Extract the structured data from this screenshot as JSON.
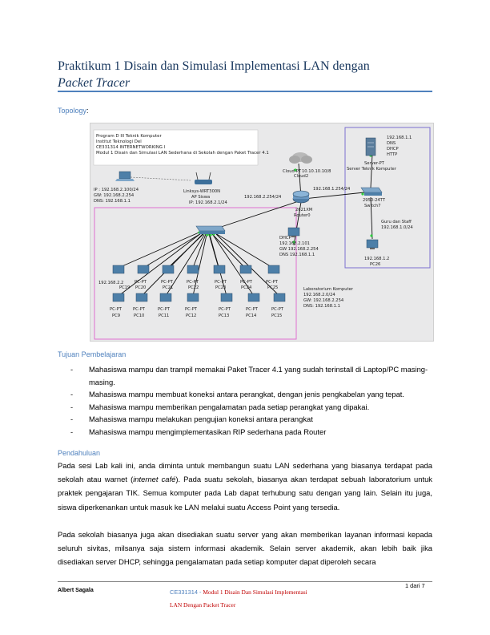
{
  "title": {
    "line1": "Praktikum 1 Disain dan Simulasi Implementasi LAN dengan",
    "line2": "Packet Tracer"
  },
  "topology": {
    "label": "Topology",
    "colon": ":"
  },
  "diagram": {
    "info_box": [
      "Program D III Teknik Komputer",
      "Institut Teknologi Del",
      "CE331314 INTERNETWORKING I",
      "Modul 1 Disain dan Simulasi LAN Sederhana di Sekolah dengan Paket Tracer 4.1"
    ],
    "laptop_ip": [
      "IP : 192.168.2.100/24",
      "GW: 192.168.2.254",
      "DNS: 192.168.1.1"
    ],
    "ap": {
      "model": "Linksys-WRT300N",
      "name": "AP Siswa",
      "ip": "IP: 192.168.2.1/24"
    },
    "cloud": {
      "ip": "10.10.10.10/8",
      "name": "Cloud-PT",
      "label": "Cloud2"
    },
    "router": {
      "ip_left": "192.168.2.254/24",
      "ip_right": "192.168.1.254/24",
      "model": "2621XM",
      "name": "Router0"
    },
    "server": {
      "notes": [
        "192.168.1.1",
        "DNS",
        "DHCP",
        "HTTP"
      ],
      "model": "Server-PT",
      "name": "Server Teknik Komputer"
    },
    "switch7": {
      "model": "2950-24TT",
      "name": "Switch7"
    },
    "guru": [
      "Guru dan Staff",
      "192.168.1.0/24"
    ],
    "pc26": {
      "ip": "192.168.1.2",
      "name": "PC26"
    },
    "dhcp_note": [
      "DHCP",
      "192.168.2.101",
      "GW 192.168.2.254",
      "DNS 192.168.1.1"
    ],
    "lab_note": [
      "Laboratorium Komputer",
      "192.168.2.0/24",
      "GW: 192.168.2.254",
      "DNS: 192.168.1.1"
    ],
    "top_pc_ip": "192.168.2.2",
    "top_pcs": [
      {
        "model": "PC-PT",
        "name": "PC19"
      },
      {
        "model": "PC-PT",
        "name": "PC20"
      },
      {
        "model": "PC-PT",
        "name": "PC21"
      },
      {
        "model": "PC-PT",
        "name": "PC22"
      },
      {
        "model": "PC-PT",
        "name": "PC23"
      },
      {
        "model": "PC-PT",
        "name": "PC24"
      },
      {
        "model": "PC-PT",
        "name": "PC25"
      }
    ],
    "bottom_pcs": [
      {
        "model": "PC-PT",
        "name": "PC9"
      },
      {
        "model": "PC-PT",
        "name": "PC10"
      },
      {
        "model": "PC-PT",
        "name": "PC11"
      },
      {
        "model": "PC-PT",
        "name": "PC12"
      },
      {
        "model": "PC-PT",
        "name": "PC13"
      },
      {
        "model": "PC-PT",
        "name": "PC14"
      },
      {
        "model": "PC-PT",
        "name": "PC15"
      }
    ]
  },
  "objectives": {
    "heading": "Tujuan Pembelajaran",
    "dash": "-",
    "items": [
      "Mahasiswa mampu dan trampil memakai Paket Tracer 4.1 yang sudah terinstall di Laptop/PC masing-masing.",
      "Mahasiswa mampu membuat koneksi antara perangkat, dengan jenis pengkabelan yang tepat.",
      "Mahasiswa mampu memberikan pengalamatan pada setiap perangkat yang dipakai.",
      "Mahasiswa mampu melakukan pengujian koneksi antara perangkat",
      "Mahasiswa mampu mengimplementasikan RIP sederhana pada Router"
    ]
  },
  "intro": {
    "heading": "Pendahuluan",
    "p1_a": "Pada sesi Lab kali ini, anda diminta untuk membangun suatu LAN sederhana yang biasanya terdapat pada sekolah atau warnet (",
    "p1_italic": "internet café",
    "p1_b": "). Pada suatu sekolah, biasanya akan terdapat sebuah laboratorium untuk praktek pengajaran TIK. Semua komputer pada Lab dapat terhubung satu dengan yang lain.  Selain itu juga, siswa diperkenankan untuk masuk ke LAN melalui suatu Access Point yang tersedia.",
    "p2": "Pada sekolah biasanya juga akan disediakan suatu server yang akan memberikan layanan informasi kepada seluruh sivitas, milsanya saja sistem informasi akademik. Selain server akademik, akan lebih baik jika disediakan server DHCP, sehingga pengalamatan pada setiap komputer dapat diperoleh secara"
  },
  "footer": {
    "author": "Albert Sagala",
    "code": "CE331314 -",
    "module_line1": "Modul 1 Disain Dan Simulasi Implementasi",
    "module_line2": "LAN Dengan Packet Tracer",
    "page": "1 dari 7"
  },
  "colors": {
    "title": "#17365d",
    "accent": "#4f81bd",
    "footer_red": "#c00000",
    "lab_box": "#e070d0",
    "server_box": "#7a6fd0"
  }
}
